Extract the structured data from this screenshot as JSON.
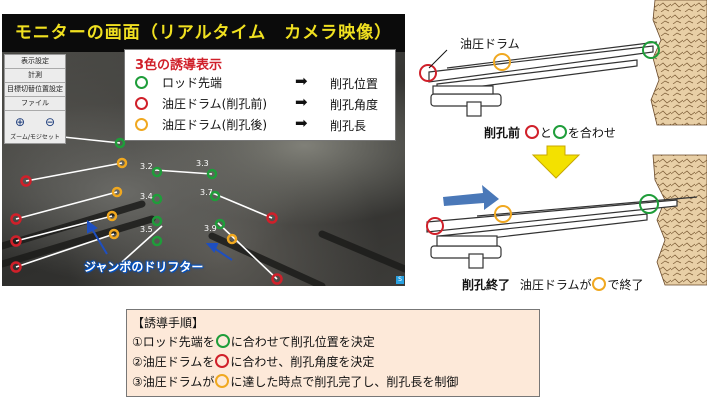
{
  "monitor": {
    "title": "モニターの画面（リアルタイム　カメラ映像）",
    "panel_buttons": [
      "表示設定",
      "計測",
      "目標切替位置設定",
      "ファイル"
    ],
    "zoom_label": "ズーム/モジセット",
    "marker_labels": [
      "3.2",
      "3.3",
      "3.4",
      "3.5",
      "3.7",
      "3.9"
    ],
    "jumbo_label": "ジャンボのドリフター"
  },
  "legend": {
    "title": "3色の誘導表示",
    "rows": [
      {
        "label": "ロッド先端",
        "result": "削孔位置",
        "color": "#1f9d3a"
      },
      {
        "label": "油圧ドラム(削孔前)",
        "result": "削孔角度",
        "color": "#d0202a"
      },
      {
        "label": "油圧ドラム(削孔後)",
        "result": "削孔長",
        "color": "#f0a820"
      }
    ]
  },
  "diagram": {
    "drum_label": "油圧ドラム",
    "before_caption_bold": "削孔前",
    "before_caption_mid": "と",
    "before_caption_end": "を合わせ",
    "after_caption_bold": "削孔終了",
    "after_caption_mid": "油圧ドラムが",
    "after_caption_end": "で終了"
  },
  "procedure": {
    "title": "【誘導手順】",
    "step1_a": "①ロッド先端を",
    "step1_b": "に合わせて削孔位置を決定",
    "step2_a": "②油圧ドラムを",
    "step2_b": "に合わせ、削孔角度を決定",
    "step3_a": "③油圧ドラムが",
    "step3_b": "に達した時点で削孔完了し、削孔長を制御"
  },
  "colors": {
    "green": "#1f9d3a",
    "red": "#d0202a",
    "orange": "#f0a820",
    "yellow_arrow": "#f3e100",
    "blue_arrow": "#4a78b8"
  }
}
